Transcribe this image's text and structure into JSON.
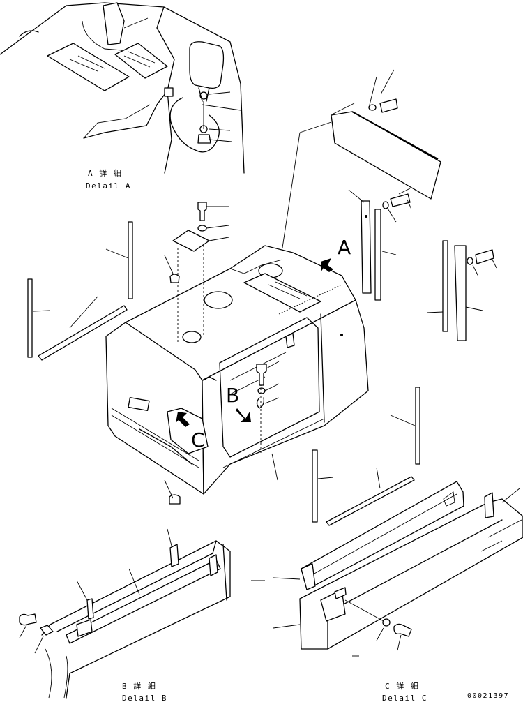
{
  "detail_a": {
    "title_jp": "A 詳 細",
    "title_en": "Delail A"
  },
  "detail_b": {
    "title_jp": "B 詳 細",
    "title_en": "Delail B"
  },
  "detail_c": {
    "title_jp": "C 詳 細",
    "title_en": "Delail C"
  },
  "view_markers": {
    "a": "A",
    "b": "B",
    "c": "C"
  },
  "drawing_number": "00021397"
}
